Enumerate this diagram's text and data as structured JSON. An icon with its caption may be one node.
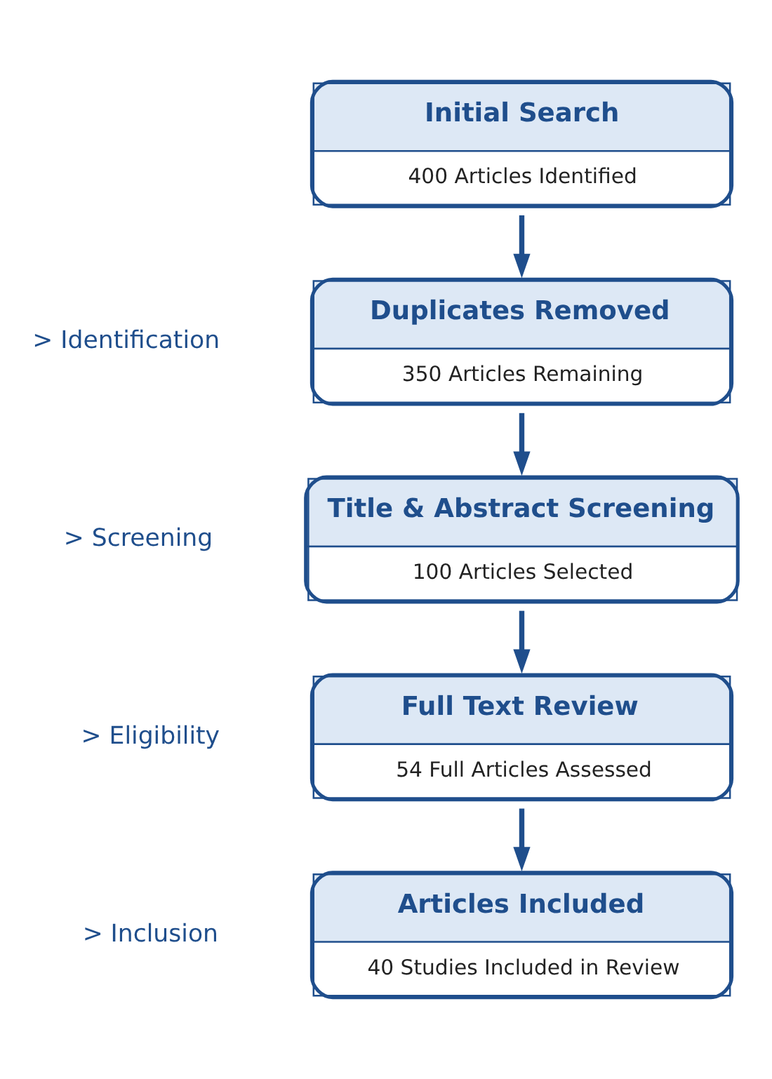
{
  "diagram": {
    "nodes": [
      {
        "text": [
          "Initial Search",
          "400 Articles Identified"
        ]
      },
      {
        "text": [
          "Duplicates Removed",
          "350 Articles Remaining"
        ]
      },
      {
        "text": [
          "Title & Abstract Screening",
          "100 Articles Selected"
        ]
      },
      {
        "text": [
          "Full Text Review",
          "54 Full Articles Assessed"
        ]
      },
      {
        "text": [
          "Articles Included",
          "40 Studies Included in Review"
        ]
      }
    ],
    "edges": [
      {
        "from": 0,
        "to": 1,
        "arrow": "to"
      },
      {
        "from": 1,
        "to": 2,
        "arrow": "to"
      },
      {
        "from": 2,
        "to": 3,
        "arrow": "to"
      },
      {
        "from": 3,
        "to": 4,
        "arrow": "to"
      }
    ],
    "labels": [
      "> Identification",
      "> Screening",
      "> Eligibility",
      "> Inclusion"
    ]
  }
}
